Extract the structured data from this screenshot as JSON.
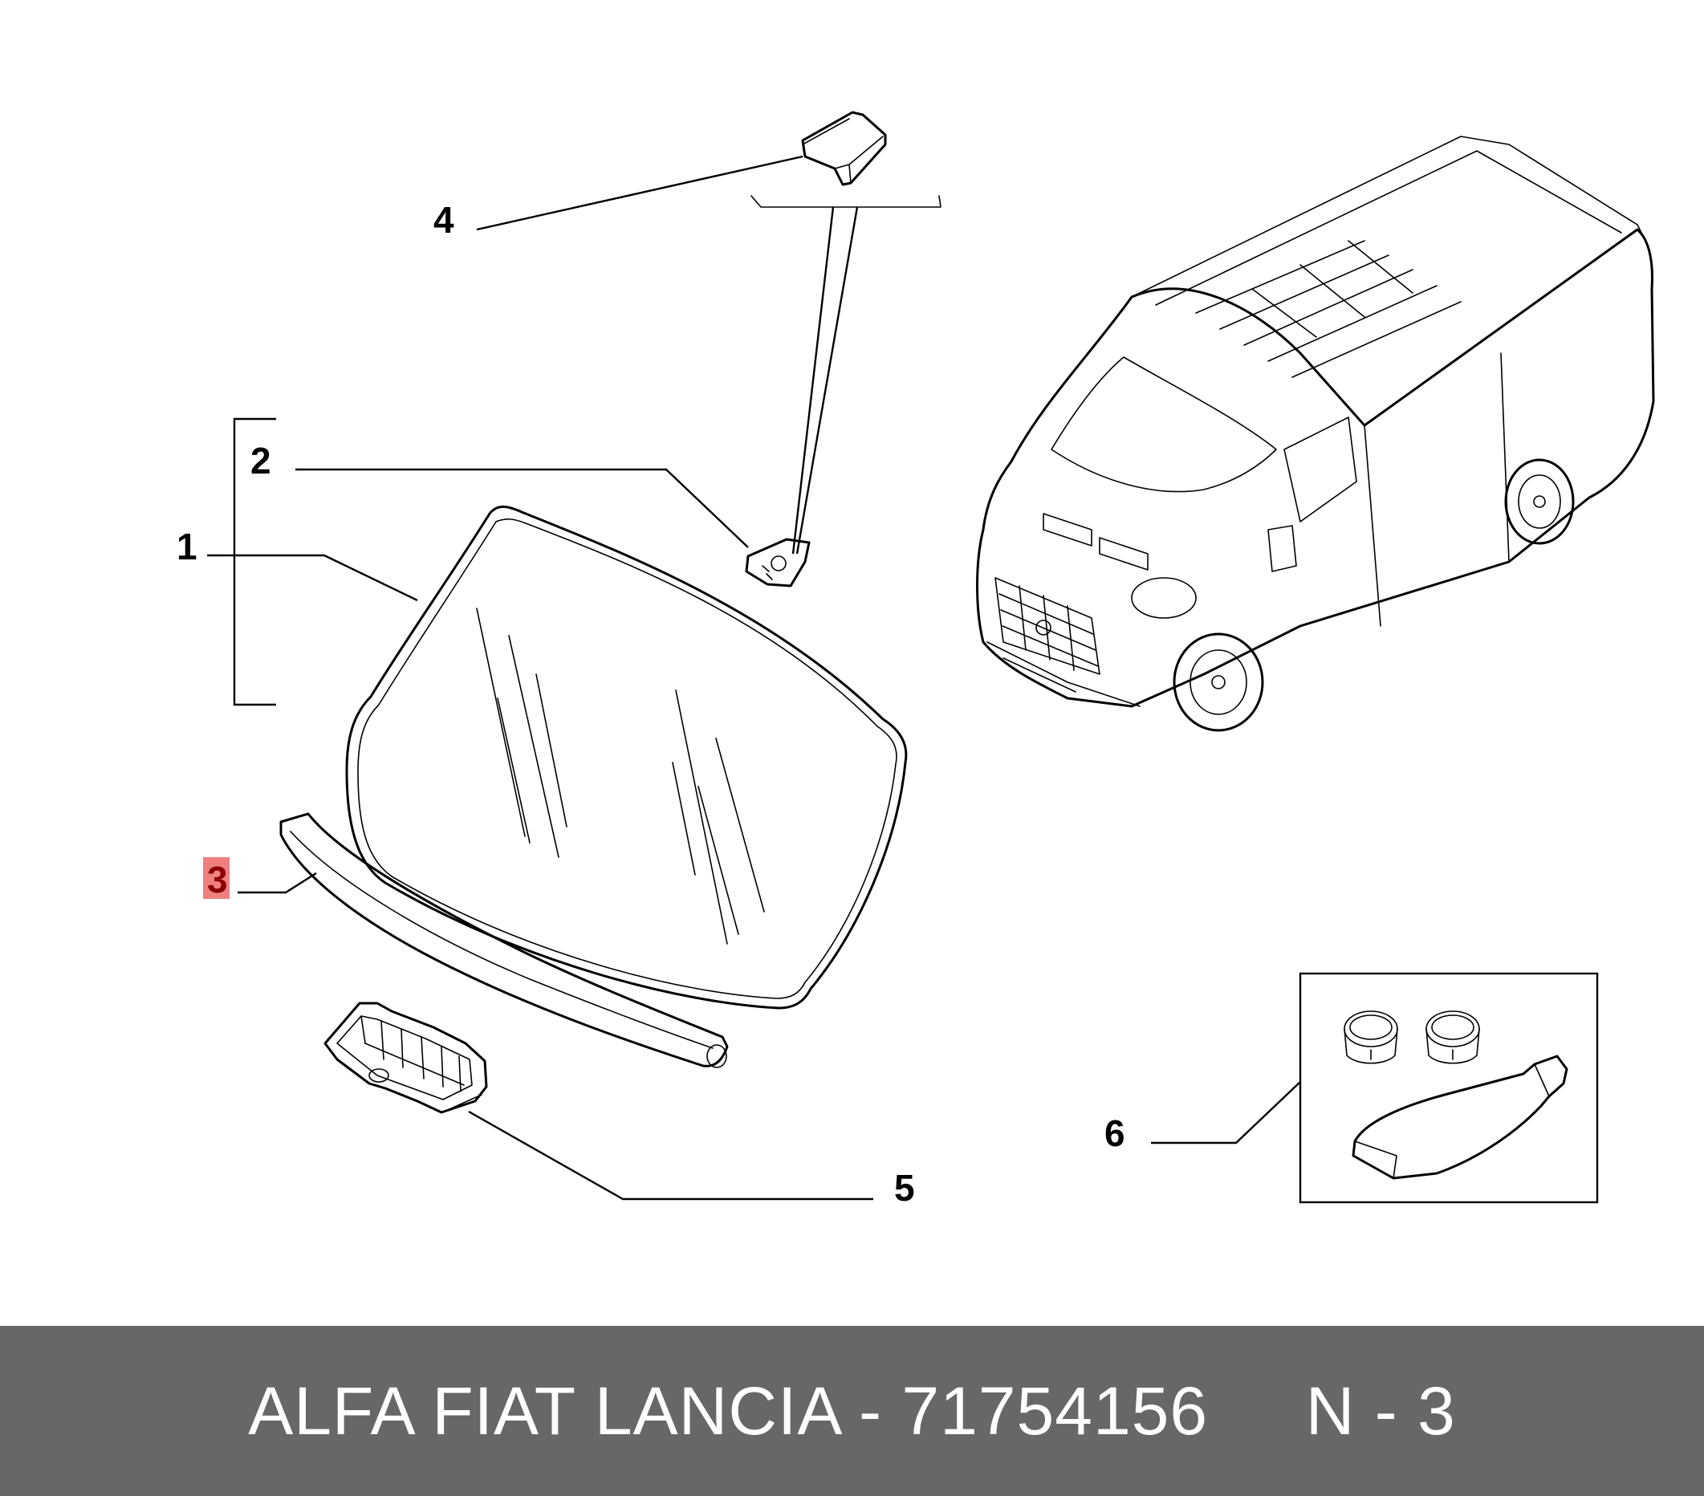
{
  "callouts": {
    "c1": "1",
    "c2": "2",
    "c3": "3",
    "c4": "4",
    "c5": "5",
    "c6": "6"
  },
  "highlight": {
    "callout": "3",
    "color": "#f08080"
  },
  "footer": {
    "text": "ALFA FIAT LANCIA - 71754156     N - 3",
    "background": "#676767",
    "color": "#ffffff"
  },
  "icons": [
    "windscreen-glass-icon",
    "seal-strip-icon",
    "sensor-bracket-icon",
    "mirror-mount-cover-icon",
    "bracket-clip-icon",
    "adhesive-kit-icon",
    "van-icon"
  ]
}
